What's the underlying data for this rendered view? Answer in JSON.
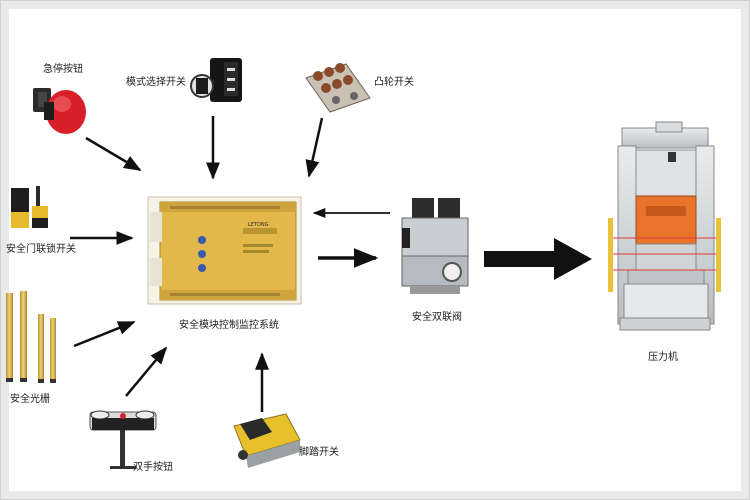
{
  "labels": {
    "emergency_stop": "急停按钮",
    "mode_switch": "模式选择开关",
    "cam_switch": "凸轮开关",
    "door_interlock": "安全门联锁开关",
    "light_curtain": "安全光栅",
    "two_hand": "双手按钮",
    "foot_switch": "脚踏开关",
    "controller": "安全模块控制监控系统",
    "valve": "安全双联阀",
    "press": "压力机"
  },
  "controller_brand": "LETONG",
  "colors": {
    "controller_body": "#e2b84a",
    "estop_red": "#d8202a",
    "arrow": "#111111",
    "press_orange": "#e8732a",
    "curtain_yellow": "#e8c23a"
  }
}
